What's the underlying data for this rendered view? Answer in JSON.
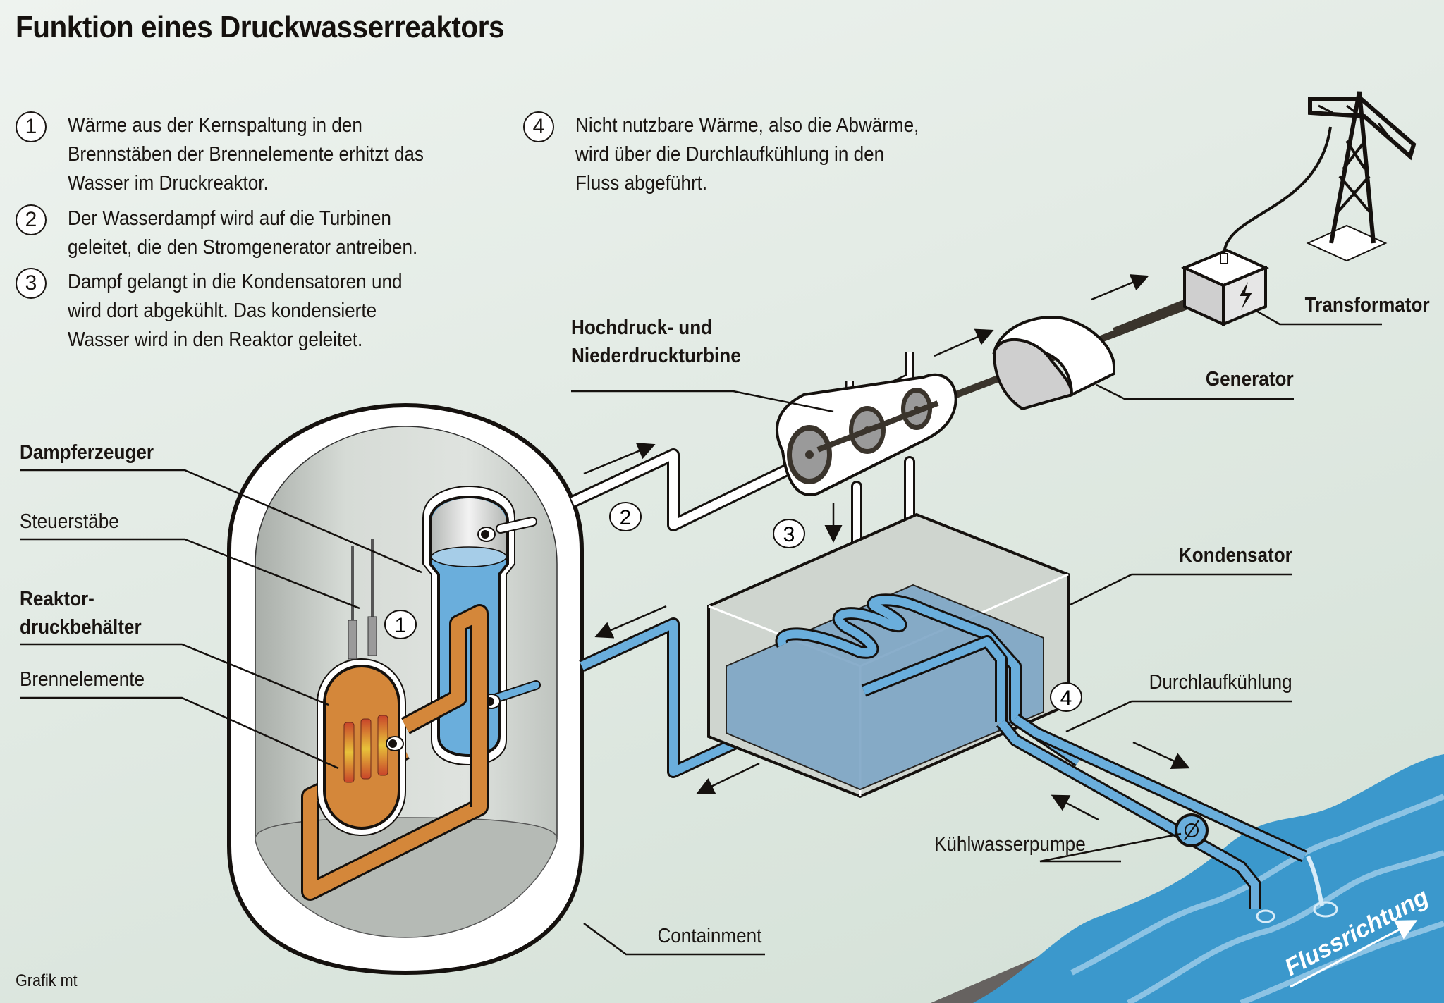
{
  "title": "Funktion eines Druckwasserreaktors",
  "steps": [
    {
      "number": "1",
      "text": "Wärme aus der Kernspaltung in den\nBrennstäben der Brennelemente erhitzt das\nWasser im Druckreaktor."
    },
    {
      "number": "2",
      "text": "Der Wasserdampf wird auf die Turbinen\ngeleitet, die den Stromgenerator antreiben."
    },
    {
      "number": "3",
      "text": "Dampf gelangt in die Kondensatoren und\nwird dort abgekühlt. Das kondensierte\nWasser wird in den Reaktor geleitet."
    },
    {
      "number": "4",
      "text": "Nicht nutzbare Wärme, also die Abwärme,\nwird über die Durchlaufkühlung in den\nFluss abgeführt."
    }
  ],
  "labels": {
    "dampferzeuger": "Dampferzeuger",
    "steuerstaebe": "Steuerstäbe",
    "reaktordruckbehaelter": "Reaktor-\ndruckbehälter",
    "brennelemente": "Brennelemente",
    "turbine": "Hochdruck- und\nNiederdruckturbine",
    "generator": "Generator",
    "transformator": "Transformator",
    "kondensator": "Kondensator",
    "durchlaufkuehlung": "Durchlaufkühlung",
    "kuehlwasserpumpe": "Kühlwasserpumpe",
    "containment": "Containment",
    "flussrichtung": "Flussrichtung"
  },
  "markers": [
    "1",
    "2",
    "3",
    "4"
  ],
  "credit": "Grafik mt",
  "colors": {
    "primary_loop": "#d4873a",
    "water": "#6aaedc",
    "river": "#3b98cc",
    "bank": "#666260",
    "containment_inner": "#c9cec9",
    "outline": "#15110e"
  },
  "icons": [
    "power-pylon-icon",
    "lightning-bolt-icon",
    "turbine-wheel-icon",
    "pump-icon",
    "flow-arrow-icon"
  ]
}
